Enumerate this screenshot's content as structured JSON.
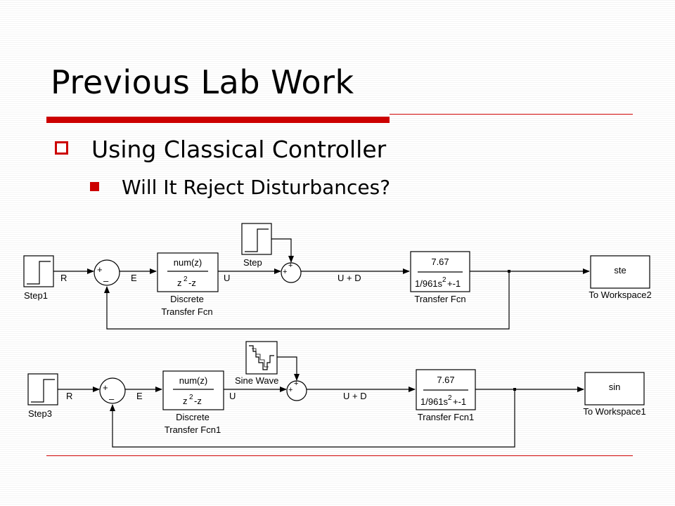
{
  "slide": {
    "title": "Previous Lab Work",
    "bullet_level1": "Using Classical Controller",
    "bullet_level2": "Will It Reject Disturbances?"
  },
  "colors": {
    "accent": "#cc0000",
    "line": "#000000"
  },
  "icons": {
    "bullet1": "hollow-square-bullet",
    "bullet2": "filled-square-bullet"
  },
  "diagram_top": {
    "step1": "Step1",
    "sig_r": "R",
    "sum_plus": "+",
    "sum_minus": "–",
    "sig_e": "E",
    "tf_num": "num(z)",
    "tf_den_base": "z",
    "tf_den_exp": "2",
    "tf_den_rest": "-z",
    "tf_label1": "Discrete",
    "tf_label2": "Transfer Fcn",
    "sig_u": "U",
    "dist_label": "Step",
    "sum2_plus_top": "+",
    "sum2_plus_left": "+",
    "sig_ud": "U + D",
    "plant_num": "7.67",
    "plant_den_a": "1/961s",
    "plant_den_exp": "2",
    "plant_den_b": "+-1",
    "plant_label": "Transfer Fcn",
    "ws_var": "ste",
    "ws_label": "To Workspace2"
  },
  "diagram_bottom": {
    "step1": "Step3",
    "sig_r": "R",
    "sum_plus": "+",
    "sum_minus": "–",
    "sig_e": "E",
    "tf_num": "num(z)",
    "tf_den_base": "z",
    "tf_den_exp": "2",
    "tf_den_rest": "-z",
    "tf_label1": "Discrete",
    "tf_label2": "Transfer Fcn1",
    "sig_u": "U",
    "dist_label": "Sine Wave",
    "sum2_plus_top": "+",
    "sum2_plus_left": "+",
    "sig_ud": "U + D",
    "plant_num": "7.67",
    "plant_den_a": "1/961s",
    "plant_den_exp": "2",
    "plant_den_b": "+-1",
    "plant_label": "Transfer Fcn1",
    "ws_var": "sin",
    "ws_label": "To Workspace1"
  }
}
